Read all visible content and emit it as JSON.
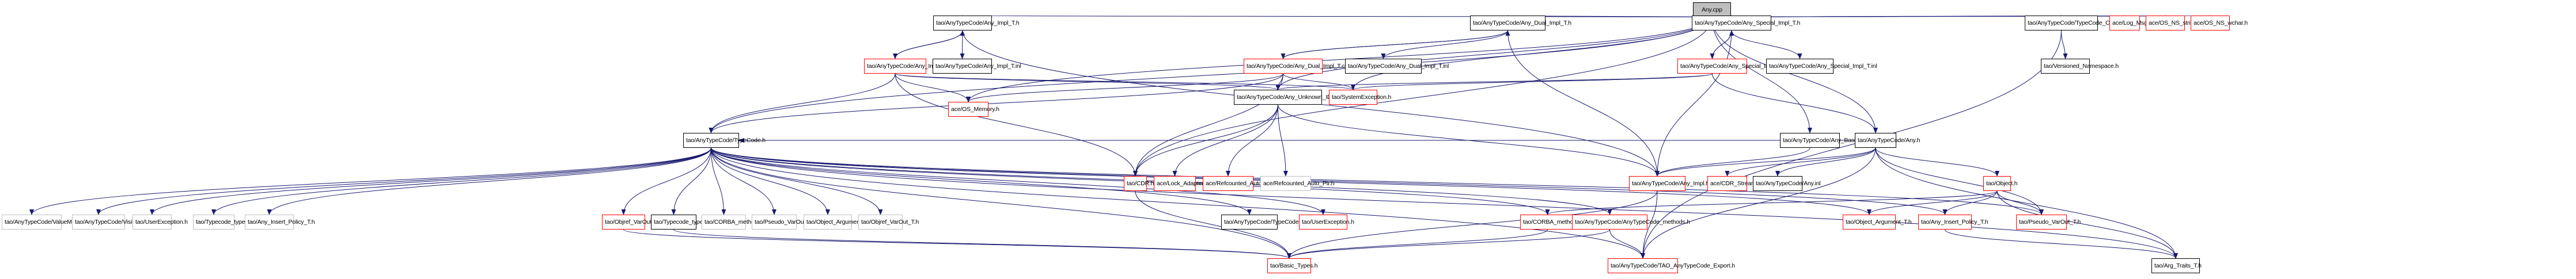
{
  "title": "Any.cpp include dependency graph",
  "colors": {
    "edge": "#191970",
    "root_fill": "#bfbfbf",
    "border_black": "#000000",
    "border_red": "#ff0000",
    "border_gray": "#bfbfbf",
    "background": "#ffffff"
  },
  "legend": {
    "black": "documented file",
    "red": "file with incomplete documentation",
    "gray": "undocumented file"
  },
  "nodes": [
    {
      "id": "any_cpp",
      "label": "Any.cpp",
      "style": "root"
    },
    {
      "id": "any_impl_t_h",
      "label": "tao/AnyTypeCode/Any_Impl_T.h",
      "style": "black"
    },
    {
      "id": "any_dual_impl_t_h",
      "label": "tao/AnyTypeCode/Any_Dual_Impl_T.h",
      "style": "black"
    },
    {
      "id": "any_special_impl_t_h",
      "label": "tao/AnyTypeCode/Any_Special_Impl_T.h",
      "style": "black"
    },
    {
      "id": "typecode_constants_h",
      "label": "tao/AnyTypeCode/TypeCode_Constants.h",
      "style": "black"
    },
    {
      "id": "log_msg_h",
      "label": "ace/Log_Msg.h",
      "style": "red"
    },
    {
      "id": "os_ns_string_h",
      "label": "ace/OS_NS_string.h",
      "style": "red"
    },
    {
      "id": "os_ns_wchar_h",
      "label": "ace/OS_NS_wchar.h",
      "style": "red"
    },
    {
      "id": "any_impl_t_cpp",
      "label": "tao/AnyTypeCode/Any_Impl_T.cpp",
      "style": "red"
    },
    {
      "id": "any_impl_t_inl",
      "label": "tao/AnyTypeCode/Any_Impl_T.inl",
      "style": "black"
    },
    {
      "id": "any_dual_impl_t_cpp",
      "label": "tao/AnyTypeCode/Any_Dual_Impl_T.cpp",
      "style": "red"
    },
    {
      "id": "any_dual_impl_t_inl",
      "label": "tao/AnyTypeCode/Any_Dual_Impl_T.inl",
      "style": "black"
    },
    {
      "id": "any_special_impl_t_cpp",
      "label": "tao/AnyTypeCode/Any_Special_Impl_T.cpp",
      "style": "red"
    },
    {
      "id": "any_special_impl_t_inl",
      "label": "tao/AnyTypeCode/Any_Special_Impl_T.inl",
      "style": "black"
    },
    {
      "id": "versioned_namespace_h",
      "label": "tao/Versioned_Namespace.h",
      "style": "black"
    },
    {
      "id": "os_memory_h",
      "label": "ace/OS_Memory.h",
      "style": "red"
    },
    {
      "id": "any_unknown_idl_type_h",
      "label": "tao/AnyTypeCode/Any_Unknown_IDL_Type.h",
      "style": "black"
    },
    {
      "id": "system_exception_h",
      "label": "tao/SystemException.h",
      "style": "red"
    },
    {
      "id": "any_basic_impl_h",
      "label": "tao/AnyTypeCode/Any_Basic_Impl.h",
      "style": "black"
    },
    {
      "id": "any_h",
      "label": "tao/AnyTypeCode/Any.h",
      "style": "black"
    },
    {
      "id": "typecode_h",
      "label": "tao/AnyTypeCode/TypeCode.h",
      "style": "black"
    },
    {
      "id": "cdr_h",
      "label": "tao/CDR.h",
      "style": "red"
    },
    {
      "id": "lock_adapter_t_h",
      "label": "ace/Lock_Adapter_T.h",
      "style": "red"
    },
    {
      "id": "refcounted_auto_ptr_h_red",
      "label": "ace/Refcounted_Auto_Ptr.h",
      "style": "red"
    },
    {
      "id": "refcounted_auto_ptr_h_gray",
      "label": "ace/Refcounted_Auto_Ptr.h",
      "style": "gray"
    },
    {
      "id": "any_impl_h",
      "label": "tao/AnyTypeCode/Any_Impl.h",
      "style": "red"
    },
    {
      "id": "cdr_stream_h",
      "label": "ace/CDR_Stream.h",
      "style": "red"
    },
    {
      "id": "any_inl",
      "label": "tao/AnyTypeCode/Any.inl",
      "style": "black"
    },
    {
      "id": "object_h",
      "label": "tao/Object.h",
      "style": "red"
    },
    {
      "id": "valuemodifierc_h",
      "label": "tao/AnyTypeCode/ValueModifierC.h",
      "style": "gray"
    },
    {
      "id": "visibilityc_h",
      "label": "tao/AnyTypeCode/VisibilityC.h",
      "style": "gray"
    },
    {
      "id": "userexception_h_gray",
      "label": "tao/UserException.h",
      "style": "gray"
    },
    {
      "id": "typecode_typesc_h_gray",
      "label": "tao/Typecode_typesC.h",
      "style": "gray"
    },
    {
      "id": "any_insert_policy_t_h_gray",
      "label": "tao/Any_Insert_Policy_T.h",
      "style": "gray"
    },
    {
      "id": "objref_varout_t_h_red",
      "label": "tao/Objref_VarOut_T.h",
      "style": "red"
    },
    {
      "id": "typecode_typesc_h_black",
      "label": "tao/Typecode_typesC.h",
      "style": "black"
    },
    {
      "id": "corba_methods_h_gray",
      "label": "tao/CORBA_methods.h",
      "style": "gray"
    },
    {
      "id": "pseudo_varout_t_h_gray",
      "label": "tao/Pseudo_VarOut_T.h",
      "style": "gray"
    },
    {
      "id": "object_argument_t_h_gray",
      "label": "tao/Object_Argument_T.h",
      "style": "gray"
    },
    {
      "id": "objref_varout_t_h_gray",
      "label": "tao/Objref_VarOut_T.h",
      "style": "gray"
    },
    {
      "id": "typecode_inl",
      "label": "tao/AnyTypeCode/TypeCode.inl",
      "style": "black"
    },
    {
      "id": "userexception_h_red",
      "label": "tao/UserException.h",
      "style": "red"
    },
    {
      "id": "corba_methods_h_red",
      "label": "tao/CORBA_methods.h",
      "style": "red"
    },
    {
      "id": "anytypecode_methods_h",
      "label": "tao/AnyTypeCode/AnyTypeCode_methods.h",
      "style": "red"
    },
    {
      "id": "object_argument_t_h_red",
      "label": "tao/Object_Argument_T.h",
      "style": "red"
    },
    {
      "id": "any_insert_policy_t_h_red",
      "label": "tao/Any_Insert_Policy_T.h",
      "style": "red"
    },
    {
      "id": "pseudo_varout_t_h_red",
      "label": "tao/Pseudo_VarOut_T.h",
      "style": "red"
    },
    {
      "id": "basic_types_h",
      "label": "tao/Basic_Types.h",
      "style": "red"
    },
    {
      "id": "tao_anytypecode_export_h",
      "label": "tao/AnyTypeCode/TAO_AnyTypeCode_Export.h",
      "style": "red"
    },
    {
      "id": "arg_traits_t_h",
      "label": "tao/Arg_Traits_T.h",
      "style": "black"
    }
  ],
  "edges": [
    [
      "any_cpp",
      "any_impl_t_h"
    ],
    [
      "any_cpp",
      "any_dual_impl_t_h"
    ],
    [
      "any_cpp",
      "any_special_impl_t_h"
    ],
    [
      "any_cpp",
      "typecode_constants_h"
    ],
    [
      "any_cpp",
      "log_msg_h"
    ],
    [
      "any_cpp",
      "os_ns_string_h"
    ],
    [
      "any_cpp",
      "os_ns_wchar_h"
    ],
    [
      "any_cpp",
      "any_basic_impl_h"
    ],
    [
      "any_cpp",
      "any_h"
    ],
    [
      "any_cpp",
      "typecode_h"
    ],
    [
      "any_cpp",
      "system_exception_h"
    ],
    [
      "any_cpp",
      "os_memory_h"
    ],
    [
      "any_cpp",
      "any_unknown_idl_type_h"
    ],
    [
      "any_cpp",
      "cdr_h"
    ],
    [
      "any_impl_t_h",
      "any_impl_t_cpp"
    ],
    [
      "any_impl_t_cpp",
      "any_impl_t_h"
    ],
    [
      "any_impl_t_h",
      "any_impl_t_inl"
    ],
    [
      "any_impl_t_h",
      "any_impl_h"
    ],
    [
      "any_dual_impl_t_h",
      "any_dual_impl_t_cpp"
    ],
    [
      "any_dual_impl_t_cpp",
      "any_dual_impl_t_h"
    ],
    [
      "any_dual_impl_t_h",
      "any_dual_impl_t_inl"
    ],
    [
      "any_dual_impl_t_h",
      "any_impl_h"
    ],
    [
      "any_special_impl_t_h",
      "any_special_impl_t_cpp"
    ],
    [
      "any_special_impl_t_cpp",
      "any_special_impl_t_h"
    ],
    [
      "any_special_impl_t_h",
      "any_special_impl_t_inl"
    ],
    [
      "any_special_impl_t_h",
      "any_impl_h"
    ],
    [
      "typecode_constants_h",
      "versioned_namespace_h"
    ],
    [
      "typecode_constants_h",
      "tao_anytypecode_export_h"
    ],
    [
      "any_impl_t_cpp",
      "os_memory_h"
    ],
    [
      "any_impl_t_cpp",
      "any_unknown_idl_type_h"
    ],
    [
      "any_impl_t_cpp",
      "system_exception_h"
    ],
    [
      "any_impl_t_cpp",
      "typecode_h"
    ],
    [
      "any_impl_t_cpp",
      "cdr_h"
    ],
    [
      "any_dual_impl_t_cpp",
      "os_memory_h"
    ],
    [
      "any_dual_impl_t_cpp",
      "any_unknown_idl_type_h"
    ],
    [
      "any_dual_impl_t_cpp",
      "system_exception_h"
    ],
    [
      "any_dual_impl_t_cpp",
      "typecode_h"
    ],
    [
      "any_dual_impl_t_cpp",
      "cdr_h"
    ],
    [
      "any_special_impl_t_cpp",
      "any_unknown_idl_type_h"
    ],
    [
      "any_special_impl_t_cpp",
      "system_exception_h"
    ],
    [
      "any_special_impl_t_cpp",
      "any_h"
    ],
    [
      "any_unknown_idl_type_h",
      "cdr_h"
    ],
    [
      "any_unknown_idl_type_h",
      "lock_adapter_t_h"
    ],
    [
      "any_unknown_idl_type_h",
      "refcounted_auto_ptr_h_red"
    ],
    [
      "any_unknown_idl_type_h",
      "refcounted_auto_ptr_h_gray"
    ],
    [
      "any_unknown_idl_type_h",
      "any_impl_h"
    ],
    [
      "any_basic_impl_h",
      "any_impl_h"
    ],
    [
      "any_basic_impl_h",
      "typecode_h"
    ],
    [
      "any_h",
      "any_impl_h"
    ],
    [
      "any_h",
      "cdr_stream_h"
    ],
    [
      "any_h",
      "any_inl"
    ],
    [
      "any_h",
      "object_h"
    ],
    [
      "any_h",
      "pseudo_varout_t_h_red"
    ],
    [
      "any_h",
      "arg_traits_t_h"
    ],
    [
      "any_h",
      "typecode_h"
    ],
    [
      "any_h",
      "tao_anytypecode_export_h"
    ],
    [
      "object_h",
      "object_argument_t_h_red"
    ],
    [
      "object_h",
      "any_insert_policy_t_h_red"
    ],
    [
      "object_h",
      "pseudo_varout_t_h_red"
    ],
    [
      "object_h",
      "corba_methods_h_red"
    ],
    [
      "object_h",
      "arg_traits_t_h"
    ],
    [
      "typecode_h",
      "valuemodifierc_h"
    ],
    [
      "typecode_h",
      "visibilityc_h"
    ],
    [
      "typecode_h",
      "userexception_h_gray"
    ],
    [
      "typecode_h",
      "typecode_typesc_h_gray"
    ],
    [
      "typecode_h",
      "any_insert_policy_t_h_gray"
    ],
    [
      "typecode_h",
      "objref_varout_t_h_red"
    ],
    [
      "typecode_h",
      "typecode_typesc_h_black"
    ],
    [
      "typecode_h",
      "corba_methods_h_gray"
    ],
    [
      "typecode_h",
      "pseudo_varout_t_h_gray"
    ],
    [
      "typecode_h",
      "object_argument_t_h_gray"
    ],
    [
      "typecode_h",
      "objref_varout_t_h_gray"
    ],
    [
      "typecode_h",
      "typecode_inl"
    ],
    [
      "typecode_h",
      "userexception_h_red"
    ],
    [
      "typecode_h",
      "corba_methods_h_red"
    ],
    [
      "typecode_h",
      "anytypecode_methods_h"
    ],
    [
      "typecode_h",
      "object_argument_t_h_red"
    ],
    [
      "typecode_h",
      "any_insert_policy_t_h_red"
    ],
    [
      "typecode_h",
      "pseudo_varout_t_h_red"
    ],
    [
      "typecode_h",
      "basic_types_h"
    ],
    [
      "typecode_h",
      "tao_anytypecode_export_h"
    ],
    [
      "typecode_h",
      "arg_traits_t_h"
    ],
    [
      "objref_varout_t_h_red",
      "basic_types_h"
    ],
    [
      "typecode_typesc_h_black",
      "basic_types_h"
    ],
    [
      "cdr_h",
      "basic_types_h"
    ],
    [
      "corba_methods_h_red",
      "basic_types_h"
    ],
    [
      "anytypecode_methods_h",
      "basic_types_h"
    ],
    [
      "anytypecode_methods_h",
      "tao_anytypecode_export_h"
    ],
    [
      "any_impl_h",
      "basic_types_h"
    ],
    [
      "any_impl_h",
      "tao_anytypecode_export_h"
    ],
    [
      "any_insert_policy_t_h_red",
      "arg_traits_t_h"
    ]
  ]
}
